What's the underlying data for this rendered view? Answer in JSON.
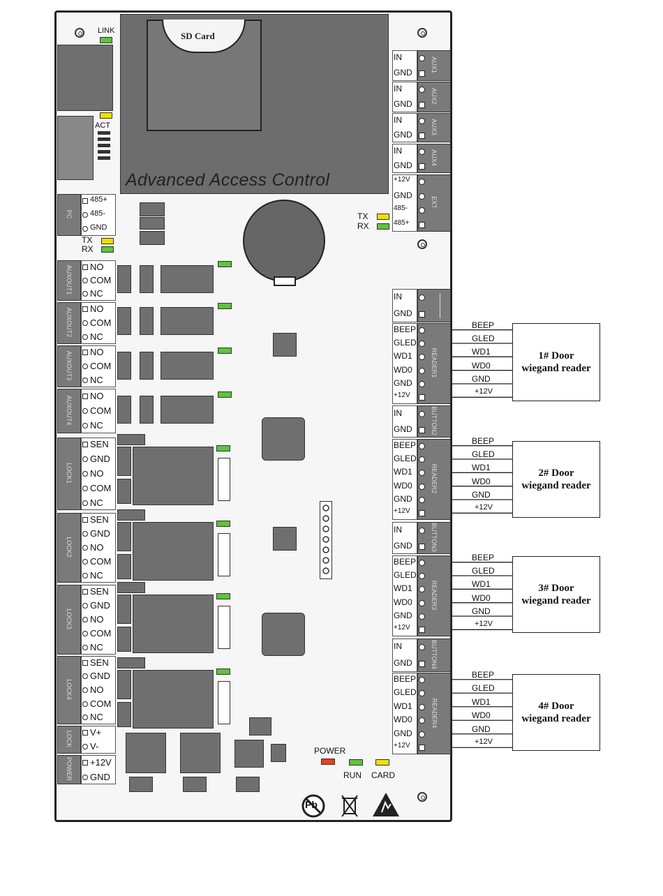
{
  "board": {
    "title": "Advanced Access Control",
    "sd_card": "SD Card",
    "link": "LINK",
    "act": "ACT",
    "power_led": "POWER",
    "run_led": "RUN",
    "card_led": "CARD",
    "tx": "TX",
    "rx": "RX",
    "pb_symbol": "Pb",
    "colors": {
      "led_green": "#5cc53a",
      "led_yellow": "#f2e000",
      "led_red": "#e8401c",
      "component": "#6f6f6f"
    }
  },
  "left_groups": [
    {
      "id": "pc",
      "label": "PC",
      "pins": [
        "485+",
        "485-",
        "GND"
      ]
    },
    {
      "id": "auxout1",
      "label": "AUXOUT1",
      "pins": [
        "NO",
        "COM",
        "NC"
      ]
    },
    {
      "id": "auxout2",
      "label": "AUXOUT2",
      "pins": [
        "NO",
        "COM",
        "NC"
      ]
    },
    {
      "id": "auxout3",
      "label": "AUXOUT3",
      "pins": [
        "NO",
        "COM",
        "NC"
      ]
    },
    {
      "id": "auxout4",
      "label": "AUXOUT4",
      "pins": [
        "NO",
        "COM",
        "NC"
      ]
    },
    {
      "id": "lock1",
      "label": "LOCK1",
      "pins": [
        "SEN",
        "GND",
        "NO",
        "COM",
        "NC"
      ]
    },
    {
      "id": "lock2",
      "label": "LOCK2",
      "pins": [
        "SEN",
        "GND",
        "NO",
        "COM",
        "NC"
      ]
    },
    {
      "id": "lock3",
      "label": "LOCK3",
      "pins": [
        "SEN",
        "GND",
        "NO",
        "COM",
        "NC"
      ]
    },
    {
      "id": "lock4",
      "label": "LOCK4",
      "pins": [
        "SEN",
        "GND",
        "NO",
        "COM",
        "NC"
      ]
    },
    {
      "id": "lock",
      "label": "LOCK",
      "pins": [
        "V+",
        "V-"
      ]
    },
    {
      "id": "power",
      "label": "POWER",
      "pins": [
        "+12V",
        "GND"
      ]
    }
  ],
  "right_groups": [
    {
      "id": "aux1",
      "label": "AUX1",
      "pins": [
        "IN",
        "GND"
      ]
    },
    {
      "id": "aux2",
      "label": "AUX2",
      "pins": [
        "IN",
        "GND"
      ]
    },
    {
      "id": "aux3",
      "label": "AUX3",
      "pins": [
        "IN",
        "GND"
      ]
    },
    {
      "id": "aux4",
      "label": "AUX4",
      "pins": [
        "IN",
        "GND"
      ]
    },
    {
      "id": "ext",
      "label": "EXT",
      "pins": [
        "+12V",
        "GND",
        "485-",
        "485+"
      ]
    },
    {
      "id": "button1",
      "label": "",
      "pins": [
        "IN",
        "GND"
      ]
    },
    {
      "id": "reader1",
      "label": "READER1",
      "pins": [
        "BEEP",
        "GLED",
        "WD1",
        "WD0",
        "GND",
        "+12V"
      ]
    },
    {
      "id": "button2",
      "label": "BUTTON2",
      "pins": [
        "IN",
        "GND"
      ]
    },
    {
      "id": "reader2",
      "label": "READER2",
      "pins": [
        "BEEP",
        "GLED",
        "WD1",
        "WD0",
        "GND",
        "+12V"
      ]
    },
    {
      "id": "button3",
      "label": "BUTTON3",
      "pins": [
        "IN",
        "GND"
      ]
    },
    {
      "id": "reader3",
      "label": "READER3",
      "pins": [
        "BEEP",
        "GLED",
        "WD1",
        "WD0",
        "GND",
        "+12V"
      ]
    },
    {
      "id": "button4",
      "label": "BUTTON4",
      "pins": [
        "IN",
        "GND"
      ]
    },
    {
      "id": "reader4",
      "label": "READER4",
      "pins": [
        "BEEP",
        "GLED",
        "WD1",
        "WD0",
        "GND",
        "+12V"
      ]
    }
  ],
  "external_readers": [
    {
      "door": "1# Door",
      "type": "wiegand reader",
      "wires": [
        "BEEP",
        "GLED",
        "WD1",
        "WD0",
        "GND",
        "+12V"
      ]
    },
    {
      "door": "2# Door",
      "type": "wiegand reader",
      "wires": [
        "BEEP",
        "GLED",
        "WD1",
        "WD0",
        "GND",
        "+12V"
      ]
    },
    {
      "door": "3# Door",
      "type": "wiegand reader",
      "wires": [
        "BEEP",
        "GLED",
        "WD1",
        "WD0",
        "GND",
        "+12V"
      ]
    },
    {
      "door": "4# Door",
      "type": "wiegand reader",
      "wires": [
        "BEEP",
        "GLED",
        "WD1",
        "WD0",
        "GND",
        "+12V"
      ]
    }
  ]
}
